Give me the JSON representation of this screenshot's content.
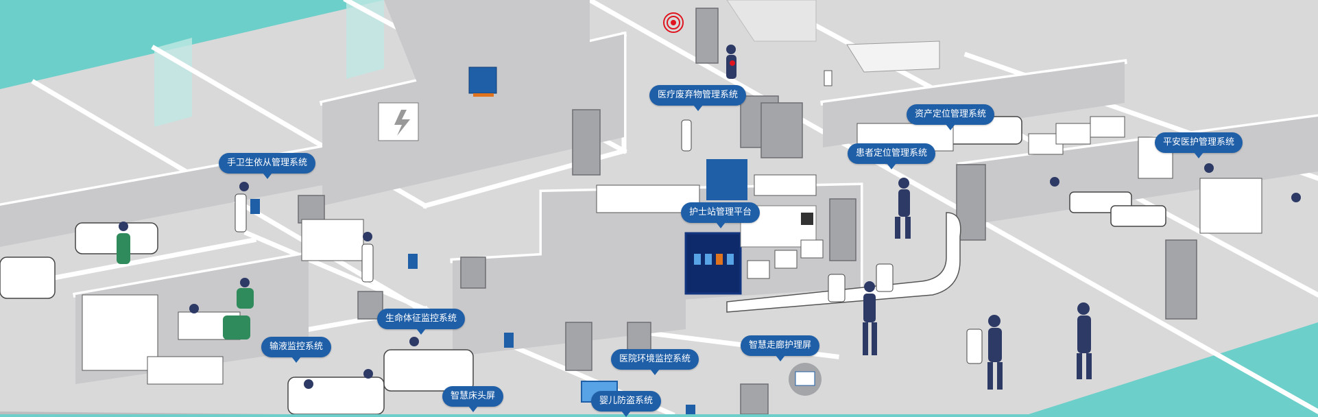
{
  "labels": {
    "medical_waste": "医疗废弃物管理系统",
    "asset_location": "资产定位管理系统",
    "safe_care": "平安医护管理系统",
    "patient_location": "患者定位管理系统",
    "hand_hygiene": "手卫生依从管理系统",
    "nurse_station": "护士站管理平台",
    "vital_signs": "生命体征监控系统",
    "infusion": "输液监控系统",
    "smart_corridor": "智慧走廊护理屏",
    "environment": "医院环境监控系统",
    "bedside_screen": "智慧床头屏",
    "infant_security": "婴儿防盗系统"
  },
  "colors": {
    "background": "#6ccfc9",
    "callout": "#1f5fa8",
    "floor": "#d9d9da",
    "wall_top": "#ffffff",
    "wall_side": "#c9c9cb",
    "figure": "#2e3a66",
    "scrub": "#2f8a5c",
    "alarm": "#e0141e"
  },
  "icons": {
    "alarm": "alarm-beacon-icon",
    "power_cabinet": "power-cabinet-icon",
    "elevator_buttons": "elevator-arrows-icon",
    "hand_sanitizer": "hand-sanitizer-icon"
  }
}
